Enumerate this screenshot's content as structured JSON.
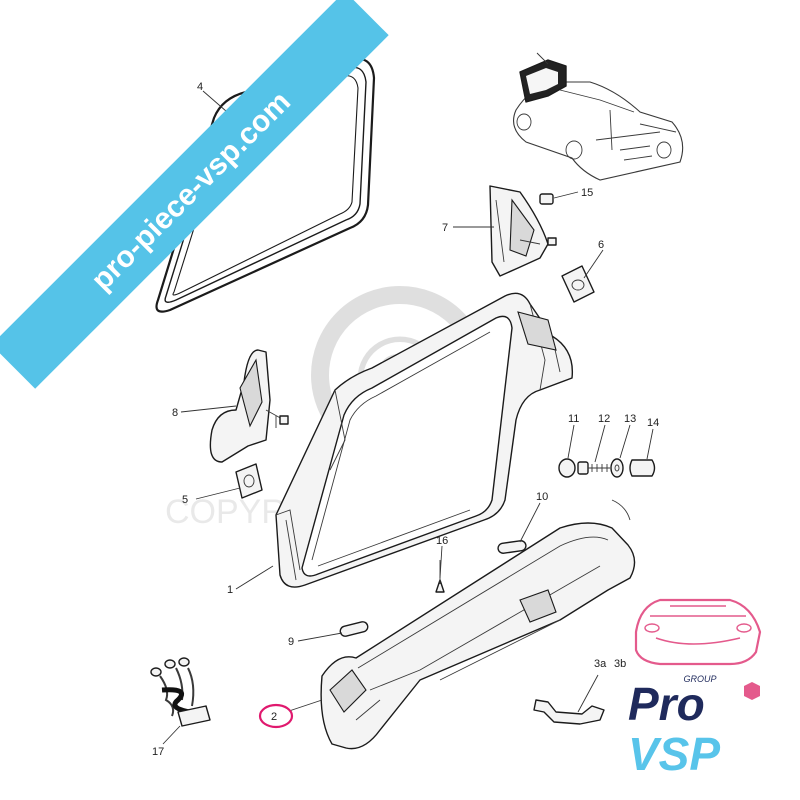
{
  "banner": {
    "text": "pro-piece-vsp.com"
  },
  "watermark": {
    "text": "COPYRIGHT ProVSP",
    "symbol": "©"
  },
  "callouts": {
    "c1": "1",
    "c2": "2",
    "c3a": "3a",
    "c3b": "3b",
    "c4": "4",
    "c5": "5",
    "c6": "6",
    "c7": "7",
    "c8": "8",
    "c9": "9",
    "c10": "10",
    "c11": "11",
    "c12": "12",
    "c13": "13",
    "c14": "14",
    "c15": "15",
    "c16": "16",
    "c17": "17"
  },
  "logo": {
    "group": "GROUP",
    "line1": "Pro",
    "line2": "VSP"
  },
  "colors": {
    "banner": "#55c3e8",
    "highlight": "#e0196e",
    "logo_dark": "#1f2a5c",
    "logo_light": "#58c4ea",
    "logo_car": "#e45a8c"
  }
}
